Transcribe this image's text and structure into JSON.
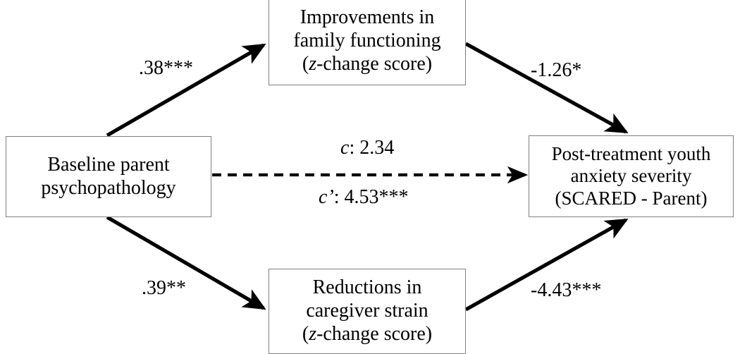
{
  "diagram": {
    "type": "mediation-path-diagram",
    "colors": {
      "box_border": "#7f7f7f",
      "arrow": "#000000",
      "text": "#000000",
      "background": "#ffffff"
    },
    "nodes": [
      {
        "id": "predictor",
        "lines": [
          "Baseline parent",
          "psychopathology"
        ]
      },
      {
        "id": "mediator-family",
        "lines": [
          "Improvements in",
          "family functioning",
          "(z-change score)"
        ],
        "line3_italic": "z",
        "line3_pre": "(",
        "line3_post": "-change score)"
      },
      {
        "id": "mediator-strain",
        "lines": [
          "Reductions in",
          "caregiver strain",
          "(z-change score)"
        ],
        "line3_italic": "z",
        "line3_pre": "(",
        "line3_post": "-change score)"
      },
      {
        "id": "outcome",
        "lines": [
          "Post-treatment youth",
          "anxiety severity",
          "(SCARED - Parent)"
        ]
      }
    ],
    "edges": [
      {
        "id": "a1",
        "from": "predictor",
        "to": "mediator-family",
        "style": "solid",
        "label": ".38***"
      },
      {
        "id": "b1",
        "from": "mediator-family",
        "to": "outcome",
        "style": "solid",
        "label": "-1.26*"
      },
      {
        "id": "c",
        "from": "predictor",
        "to": "outcome",
        "style": "dashed",
        "label_italic": "c",
        "label_rest": ": 2.34"
      },
      {
        "id": "cp",
        "from": "predictor",
        "to": "outcome",
        "style": "dashed",
        "label_italic": "c’",
        "label_rest": ": 4.53***"
      },
      {
        "id": "a2",
        "from": "predictor",
        "to": "mediator-strain",
        "style": "solid",
        "label": ".39**"
      },
      {
        "id": "b2",
        "from": "mediator-strain",
        "to": "outcome",
        "style": "solid",
        "label": "-4.43***"
      }
    ]
  }
}
